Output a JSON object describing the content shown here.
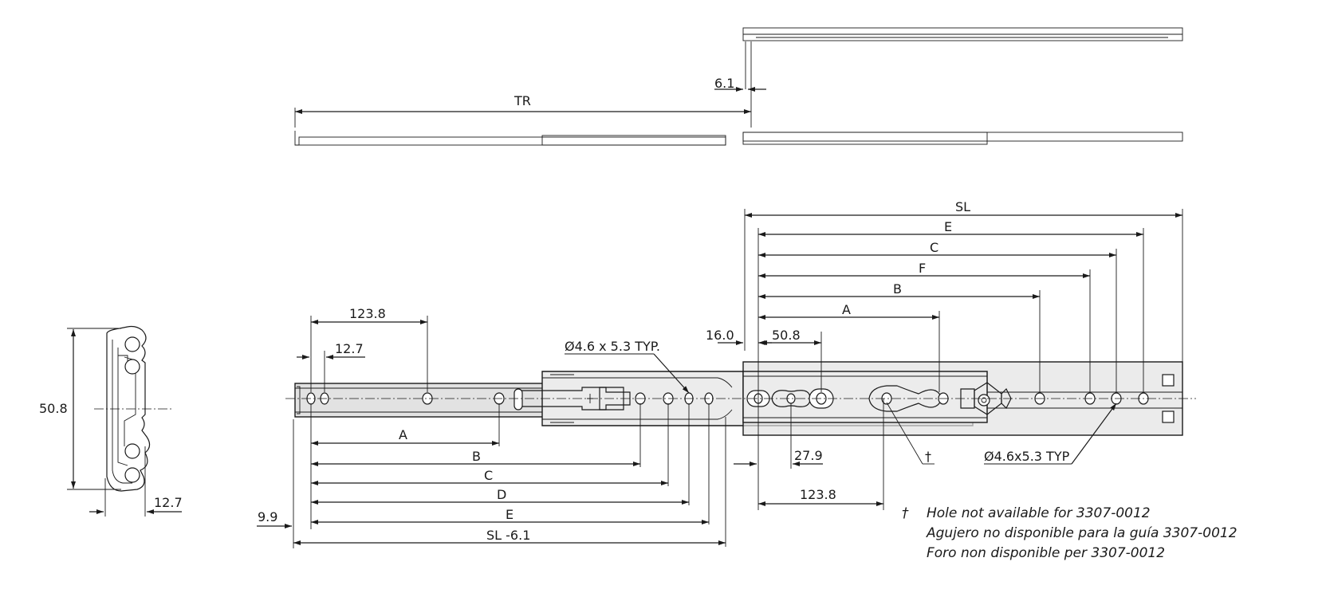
{
  "top_view": {
    "dim_tr": "TR",
    "dim_61": "6.1"
  },
  "side_view": {
    "dim_508": "50.8",
    "dim_127": "12.7"
  },
  "main_view": {
    "left": {
      "dim_1238": "123.8",
      "dim_127": "12.7",
      "dim_99": "9.9",
      "dim_A": "A",
      "dim_B": "B",
      "dim_C": "C",
      "dim_D": "D",
      "dim_E": "E",
      "dim_SL61": "SL  -6.1",
      "hole_callout": "Ø4.6 x 5.3 TYP."
    },
    "right": {
      "dim_SL": "SL",
      "dim_E": "E",
      "dim_C": "C",
      "dim_F": "F",
      "dim_B": "B",
      "dim_A": "A",
      "dim_160": "16.0",
      "dim_508": "50.8",
      "dim_279": "27.9",
      "dim_1238": "123.8",
      "dagger": "†",
      "hole_callout": "Ø4.6x5.3 TYP"
    }
  },
  "note": {
    "dagger": "†",
    "line1": "Hole not available for 3307-0012",
    "line2": "Agujero no disponible para la guía 3307-0012",
    "line3": "Foro non disponible per 3307-0012"
  }
}
